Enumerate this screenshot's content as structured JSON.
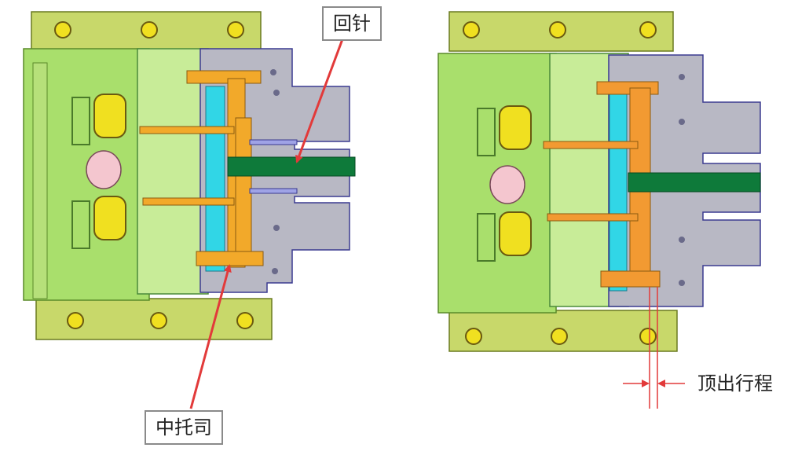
{
  "labels": {
    "return_pin": "回针",
    "middle_bush": "中托司",
    "ejection_stroke": "顶出行程"
  },
  "colors": {
    "base_plate": "#c8d86a",
    "clamp_plate": "#a9df6c",
    "body_plate": "#9ddc70",
    "ejector_plate": "#c8ec98",
    "grey_part": "#b8b8c4",
    "cyan_part": "#31d6e6",
    "orange_part": "#f2a92a",
    "orange_part_right": "#f29a32",
    "green_core": "#0e7a3a",
    "bolt": "#f0e020",
    "pink_pin": "#f4c6cf",
    "arrow_red": "#e23a3a",
    "outline": "#3a3a90"
  }
}
